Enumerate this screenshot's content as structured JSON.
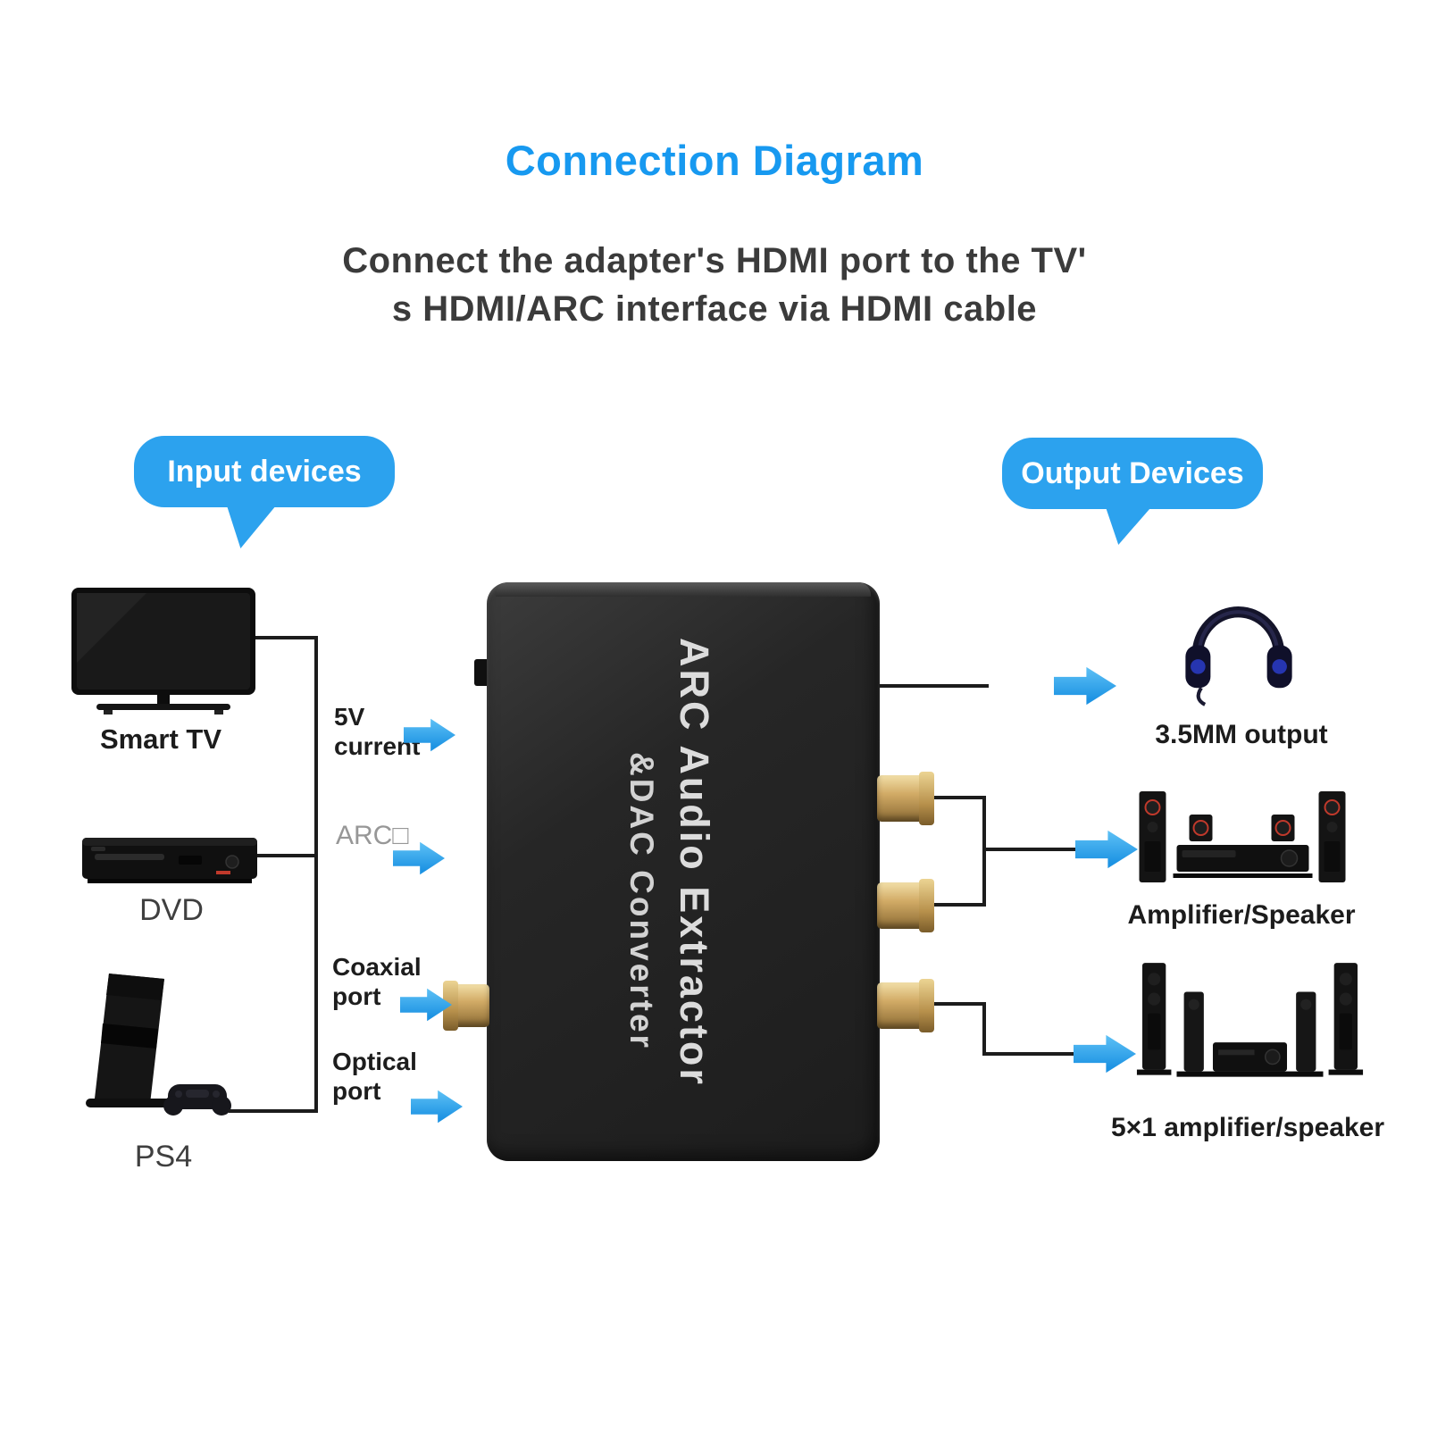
{
  "title": "Connection Diagram",
  "subtitle": "Connect the adapter's HDMI port to the TV'\ns HDMI/ARC interface via HDMI cable",
  "bubbles": {
    "input": "Input devices",
    "output": "Output Devices"
  },
  "inputs": {
    "tv": "Smart TV",
    "dvd": "DVD",
    "ps4": "PS4"
  },
  "ports": {
    "power": "5V\ncurrent",
    "arc": "ARC□",
    "coaxial": "Coaxial\nport",
    "optical": "Optical\nport"
  },
  "device": {
    "name_line1": "ARC Audio Extractor",
    "name_line2": "&DAC Converter"
  },
  "outputs": {
    "headphone": "3.5MM output",
    "amplifier": "Amplifier/Speaker",
    "surround": "5×1 amplifier/speaker"
  },
  "colors": {
    "accent_blue": "#1799F0",
    "bubble_blue": "#2CA2EE",
    "line_black": "#1c1c1c",
    "device_black": "#262626",
    "connector_gold": "#D2AB66",
    "text_dark": "#3b3b3b"
  }
}
